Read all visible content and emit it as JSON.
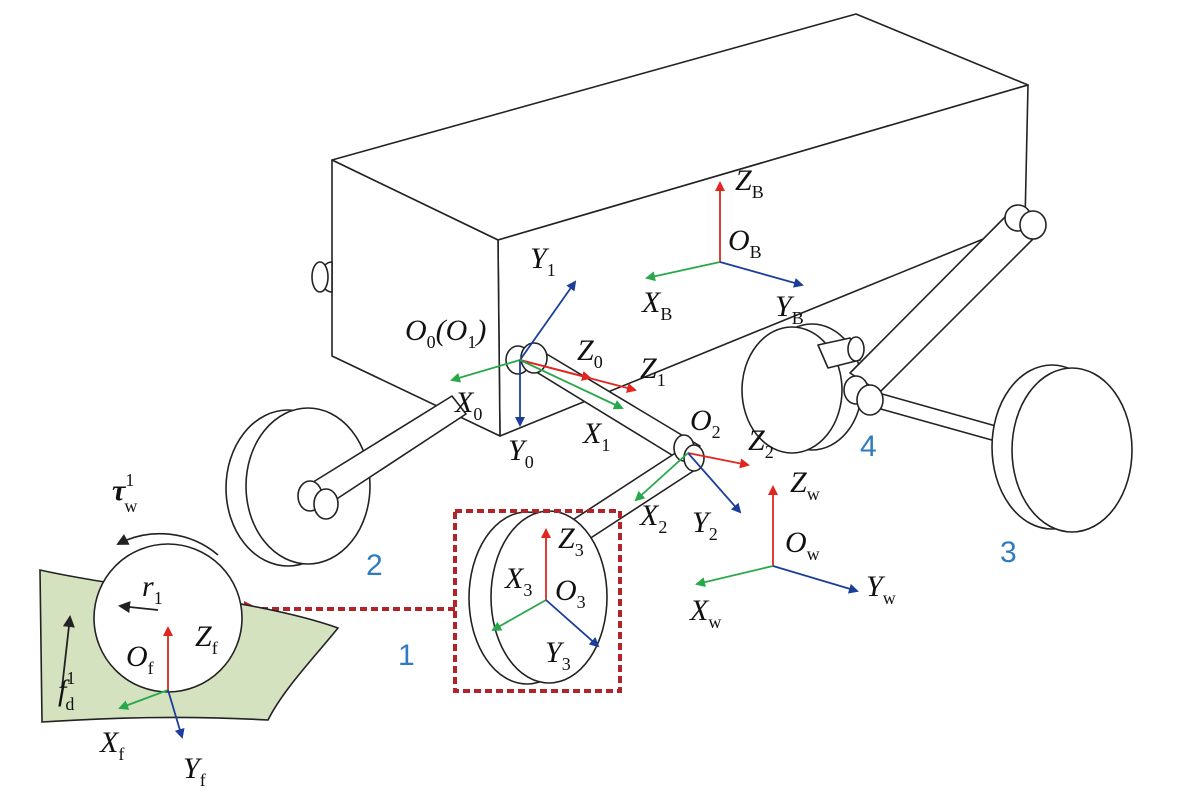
{
  "colors": {
    "x_axis": "#27a84a",
    "y_axis": "#1b3e9a",
    "z_axis": "#e0261e",
    "leg_label": "#2f7bbf",
    "highlight": "#b0242a",
    "terrain": "#d5e2bf"
  },
  "frames": {
    "B": {
      "origin": "O",
      "origin_sub": "B",
      "x": "X",
      "x_sub": "B",
      "y": "Y",
      "y_sub": "B",
      "z": "Z",
      "z_sub": "B"
    },
    "w": {
      "origin": "O",
      "origin_sub": "w",
      "x": "X",
      "x_sub": "w",
      "y": "Y",
      "y_sub": "w",
      "z": "Z",
      "z_sub": "w"
    },
    "f": {
      "origin": "O",
      "origin_sub": "f",
      "x": "X",
      "x_sub": "f",
      "y": "Y",
      "y_sub": "f",
      "z": "Z",
      "z_sub": "f"
    },
    "joint0": {
      "origin": "O",
      "origin_sub": "0",
      "origin_paren": "(O",
      "origin_paren_sub": "1",
      "origin_close": ")"
    },
    "axes": {
      "Y1": {
        "s": "Y",
        "sub": "1"
      },
      "Z0": {
        "s": "Z",
        "sub": "0"
      },
      "Z1": {
        "s": "Z",
        "sub": "1"
      },
      "X0": {
        "s": "X",
        "sub": "0"
      },
      "Y0": {
        "s": "Y",
        "sub": "0"
      },
      "X1": {
        "s": "X",
        "sub": "1"
      },
      "O2": {
        "s": "O",
        "sub": "2"
      },
      "Z2": {
        "s": "Z",
        "sub": "2"
      },
      "X2": {
        "s": "X",
        "sub": "2"
      },
      "Y2": {
        "s": "Y",
        "sub": "2"
      },
      "Z3": {
        "s": "Z",
        "sub": "3"
      },
      "X3": {
        "s": "X",
        "sub": "3"
      },
      "O3": {
        "s": "O",
        "sub": "3"
      },
      "Y3": {
        "s": "Y",
        "sub": "3"
      }
    }
  },
  "wheel_inset": {
    "torque": {
      "s": "τ",
      "sup": "1",
      "sub": "w"
    },
    "radius": {
      "s": "r",
      "sub": "1"
    },
    "force": {
      "s": "f",
      "sup": "1",
      "sub": "d"
    }
  },
  "legs": [
    "1",
    "2",
    "3",
    "4"
  ]
}
